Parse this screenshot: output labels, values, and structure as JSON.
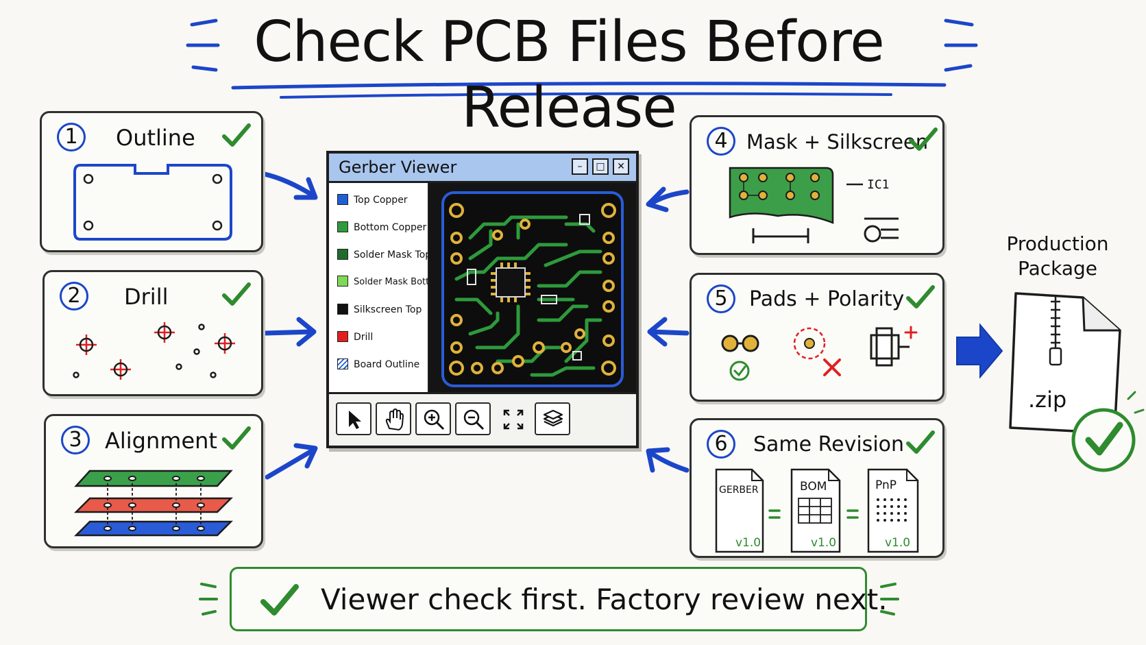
{
  "title": "Check PCB Files Before Release",
  "steps": [
    {
      "number": "1",
      "title": "Outline",
      "status": "pass"
    },
    {
      "number": "2",
      "title": "Drill",
      "status": "pass"
    },
    {
      "number": "3",
      "title": "Alignment",
      "status": "pass"
    },
    {
      "number": "4",
      "title": "Mask + Silkscreen",
      "status": "pass",
      "annotation": "IC1"
    },
    {
      "number": "5",
      "title": "Pads + Polarity",
      "status": "pass"
    },
    {
      "number": "6",
      "title": "Same Revision",
      "status": "pass",
      "files": [
        {
          "label": "GERBER",
          "version": "v1.0"
        },
        {
          "label": "BOM",
          "version": "v1.0"
        },
        {
          "label": "PnP",
          "version": "v1.0"
        }
      ]
    }
  ],
  "viewer": {
    "title": "Gerber Viewer",
    "window_buttons": [
      "–",
      "□",
      "✕"
    ],
    "layers": [
      {
        "name": "Top Copper",
        "color": "#1f5fd6"
      },
      {
        "name": "Bottom Copper",
        "color": "#2e9a3c"
      },
      {
        "name": "Solder Mask Top",
        "color": "#1f6b2c"
      },
      {
        "name": "Solder Mask Bottom",
        "color": "#7ed957"
      },
      {
        "name": "Silkscreen Top",
        "color": "#111111"
      },
      {
        "name": "Drill",
        "color": "#e02020"
      },
      {
        "name": "Board Outline",
        "color": "hatched-blue"
      }
    ],
    "tools": [
      "select-icon",
      "pan-hand-icon",
      "zoom-in-icon",
      "zoom-out-icon",
      "fit-view-icon",
      "layers-icon"
    ]
  },
  "package": {
    "label": "Production Package",
    "file_extension": ".zip",
    "status": "pass"
  },
  "banner": {
    "text": "Viewer check first. Factory review next."
  },
  "colors": {
    "accent_blue": "#1c46c9",
    "check_green": "#2e8b2e",
    "error_red": "#e02020",
    "pcb_green": "#2e9a3c",
    "pad_gold": "#e0b23a"
  }
}
